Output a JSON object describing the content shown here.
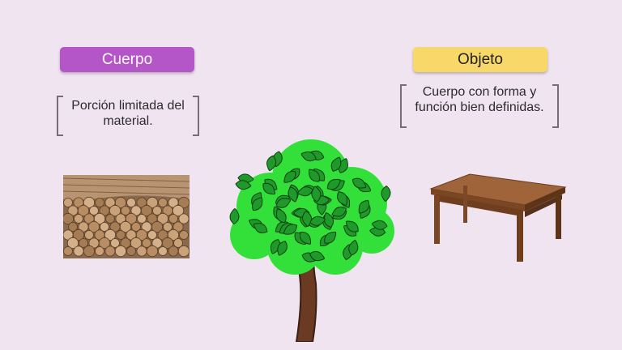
{
  "cuerpo": {
    "label": "Cuerpo",
    "color": "#b455c8",
    "definition": "Porción limitada del material."
  },
  "objeto": {
    "label": "Objeto",
    "color": "#f9d86a",
    "definition": "Cuerpo con forma y función bien definidas."
  },
  "images": {
    "left": "stacked-wood-logs",
    "center": "green-tree",
    "right": "wooden-table"
  }
}
